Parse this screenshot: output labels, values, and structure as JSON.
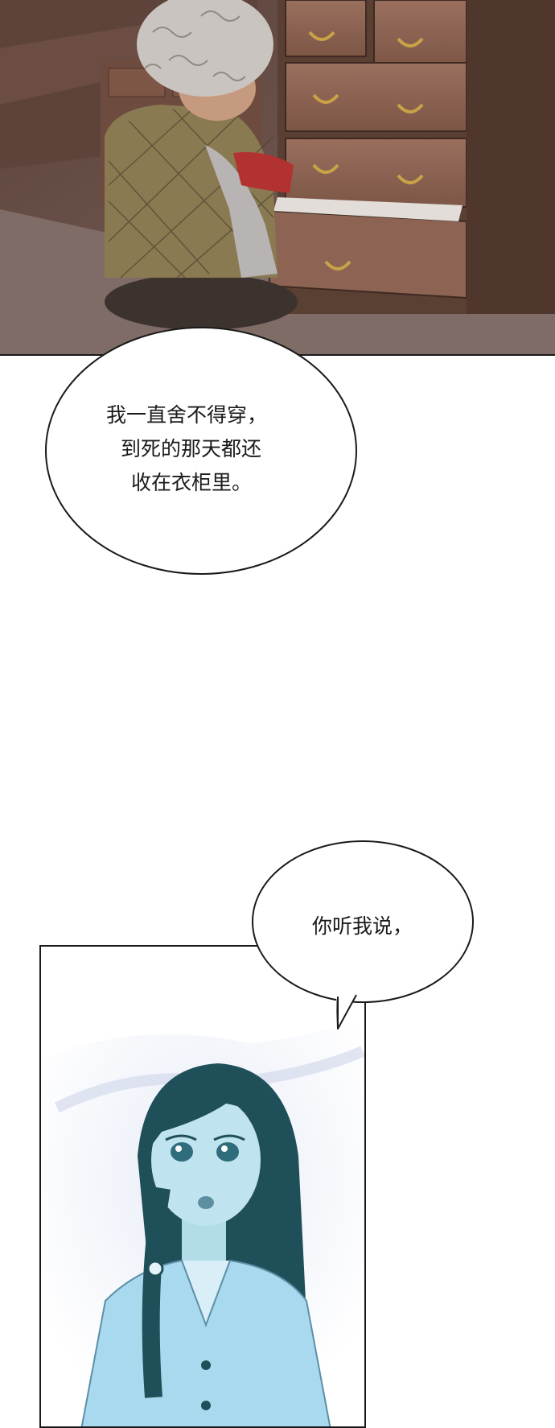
{
  "panels": [
    {
      "scene": "elderly-woman-kneeling-at-dresser"
    },
    {
      "scene": "dark-haired-woman-surprised"
    }
  ],
  "bubbles": [
    {
      "lines": [
        "我一直舍不得穿，",
        "到死的那天都还",
        "收在衣柜里。"
      ]
    },
    {
      "lines": [
        "你听我说，"
      ]
    }
  ],
  "colors": {
    "wood_dark": "#5a3f33",
    "wood_mid": "#8a6250",
    "floor": "#7d6a63",
    "hair_dark": "#1f4f58",
    "skin_blue": "#bfe3ef",
    "shirt_blue": "#a9d9ee",
    "ink": "#1a1a1a"
  }
}
